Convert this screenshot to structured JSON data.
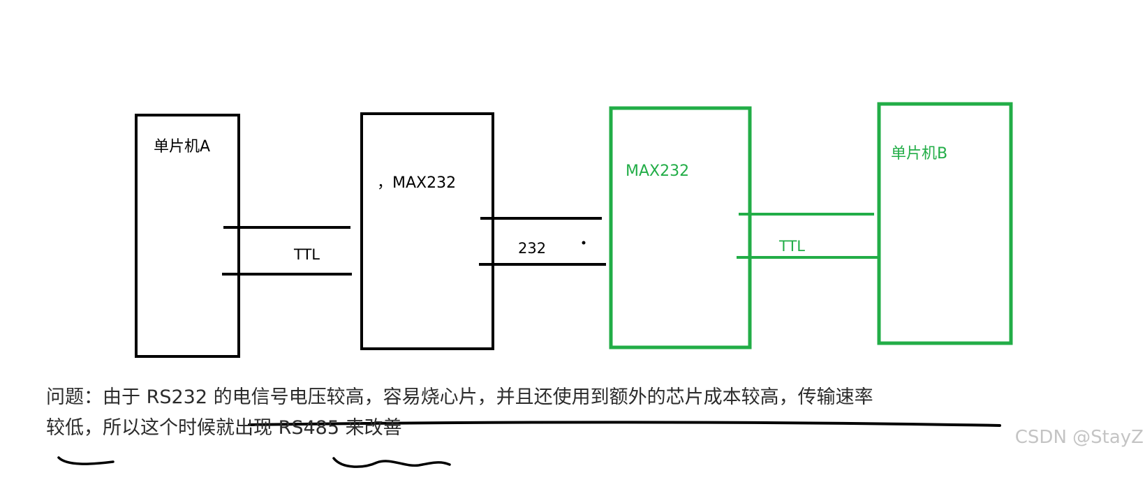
{
  "colors": {
    "black": "#000000",
    "green": "#22ad47",
    "caption_text": "#2b2b2b",
    "watermark": "#c4c4c4"
  },
  "diagram": {
    "box_mcu_a_label": "单片机A",
    "box_max232_left_label": "，MAX232",
    "box_max232_right_label": "MAX232",
    "box_mcu_b_label": "单片机B",
    "wire_ttl_left_label": "TTL",
    "wire_232_label": "232",
    "wire_ttl_right_label": "TTL"
  },
  "caption": {
    "line1": "问题：由于 RS232 的电信号电压较高，容易烧心片，并且还使用到额外的芯片成本较高，传输速率",
    "line2": "较低，所以这个时候就出现 RS485 来改善"
  },
  "watermark": "CSDN @StayZ"
}
